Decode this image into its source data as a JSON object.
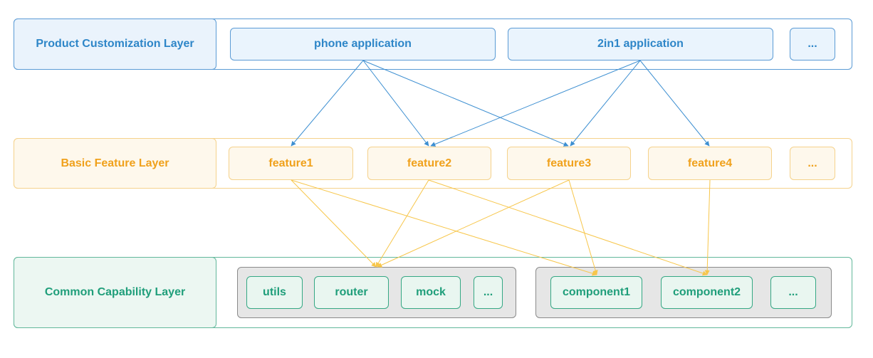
{
  "product_layer": {
    "label": "Product Customization Layer",
    "items": [
      "phone application",
      "2in1 application",
      "..."
    ]
  },
  "feature_layer": {
    "label": "Basic Feature Layer",
    "items": [
      "feature1",
      "feature2",
      "feature3",
      "feature4",
      "..."
    ]
  },
  "common_layer": {
    "label": "Common Capability Layer",
    "group1": [
      "utils",
      "router",
      "mock",
      "..."
    ],
    "group2": [
      "component1",
      "component2",
      "..."
    ]
  },
  "colors": {
    "product": "#2e86c8",
    "feature": "#f0a11c",
    "common": "#1f9e7a",
    "blue_arrow": "#3d8fd1",
    "yellow_arrow": "#f7c64a"
  }
}
